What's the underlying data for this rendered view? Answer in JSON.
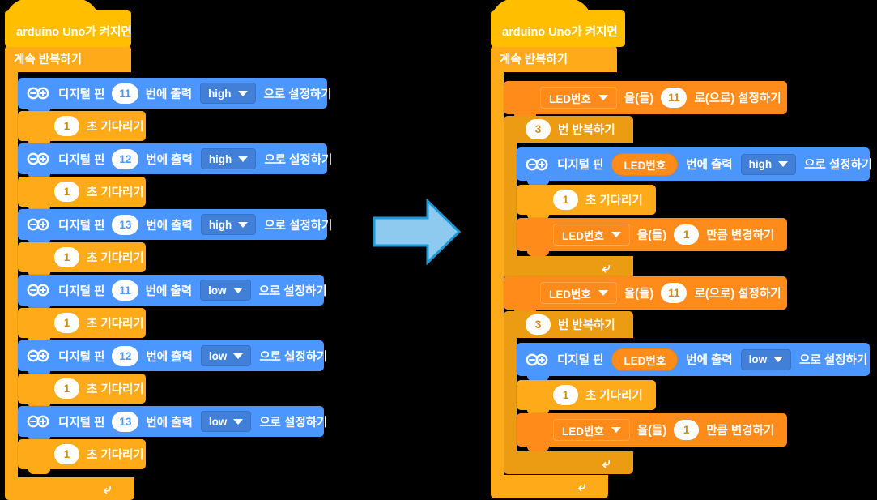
{
  "meta": {
    "title": "Entry / Scratch style Arduino block code comparison",
    "background": "#000000"
  },
  "palette": {
    "hat": "#ffbf00",
    "control": "#ffab19",
    "control_dark": "#ec9c13",
    "arduino_blue": "#4c97ff",
    "variable_orange": "#ff8c1a",
    "arrow_fill": "#8ecaf0",
    "arrow_stroke": "#1b9ad6",
    "text": "#ffffff"
  },
  "labels": {
    "hat": "arduino Uno가 켜지면",
    "forever": "계속 반복하기",
    "digital_pin": "디지털 핀",
    "pin_out": "번에 출력",
    "set_to": "으로 설정하기",
    "wait_sec": "초 기다리기",
    "repeat_times": "번 반복하기",
    "var_name": "LED번호",
    "var_obj": "을(들)",
    "var_set_to": "로(으로) 설정하기",
    "var_change_by": "만큼 변경하기",
    "high": "high",
    "low": "low",
    "loop_arrow": "↻"
  },
  "left_program": {
    "hat": "arduino Uno가 켜지면",
    "forever": "계속 반복하기",
    "body": [
      {
        "type": "digital_write",
        "pin": "11",
        "value": "high"
      },
      {
        "type": "wait",
        "seconds": "1"
      },
      {
        "type": "digital_write",
        "pin": "12",
        "value": "high"
      },
      {
        "type": "wait",
        "seconds": "1"
      },
      {
        "type": "digital_write",
        "pin": "13",
        "value": "high"
      },
      {
        "type": "wait",
        "seconds": "1"
      },
      {
        "type": "digital_write",
        "pin": "11",
        "value": "low"
      },
      {
        "type": "wait",
        "seconds": "1"
      },
      {
        "type": "digital_write",
        "pin": "12",
        "value": "low"
      },
      {
        "type": "wait",
        "seconds": "1"
      },
      {
        "type": "digital_write",
        "pin": "13",
        "value": "low"
      },
      {
        "type": "wait",
        "seconds": "1"
      }
    ]
  },
  "right_program": {
    "hat": "arduino Uno가 켜지면",
    "forever": "계속 반복하기",
    "body": [
      {
        "type": "set_var",
        "var": "LED번호",
        "value": "11"
      },
      {
        "type": "repeat",
        "times": "3",
        "body": [
          {
            "type": "digital_write_var",
            "pin_var": "LED번호",
            "value": "high"
          },
          {
            "type": "wait",
            "seconds": "1"
          },
          {
            "type": "change_var",
            "var": "LED번호",
            "value": "1"
          }
        ]
      },
      {
        "type": "set_var",
        "var": "LED번호",
        "value": "11"
      },
      {
        "type": "repeat",
        "times": "3",
        "body": [
          {
            "type": "digital_write_var",
            "pin_var": "LED번호",
            "value": "low"
          },
          {
            "type": "wait",
            "seconds": "1"
          },
          {
            "type": "change_var",
            "var": "LED번호",
            "value": "1"
          }
        ]
      }
    ]
  },
  "arrow": {
    "name": "right-arrow",
    "direction": "right"
  }
}
